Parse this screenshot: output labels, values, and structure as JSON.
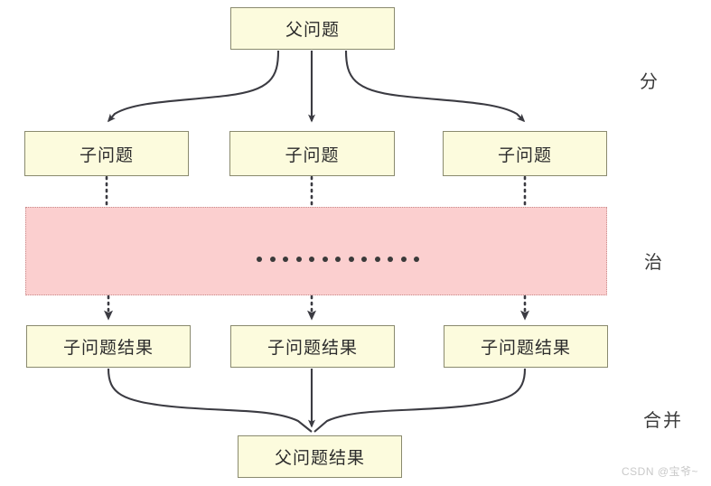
{
  "diagram": {
    "title_nodes": {
      "parent_problem": "父问题",
      "parent_result": "父问题结果"
    },
    "sub_problems": [
      {
        "label": "子问题"
      },
      {
        "label": "子问题"
      },
      {
        "label": "子问题"
      }
    ],
    "sub_results": [
      {
        "label": "子问题结果"
      },
      {
        "label": "子问题结果"
      },
      {
        "label": "子问题结果"
      }
    ],
    "stage_labels": [
      {
        "label": "分"
      },
      {
        "label": "治"
      },
      {
        "label": "合并"
      }
    ],
    "ellipsis_dot_count": 13,
    "colors": {
      "node_fill": "#fcfbdd",
      "node_border": "#8a8a6e",
      "region_fill": "#fbcfcf",
      "region_border": "#c98b8b",
      "edge": "#3b3b42",
      "text": "#2b2b2b",
      "watermark": "#c9c9c9"
    },
    "watermark": "CSDN @宝爷~"
  }
}
